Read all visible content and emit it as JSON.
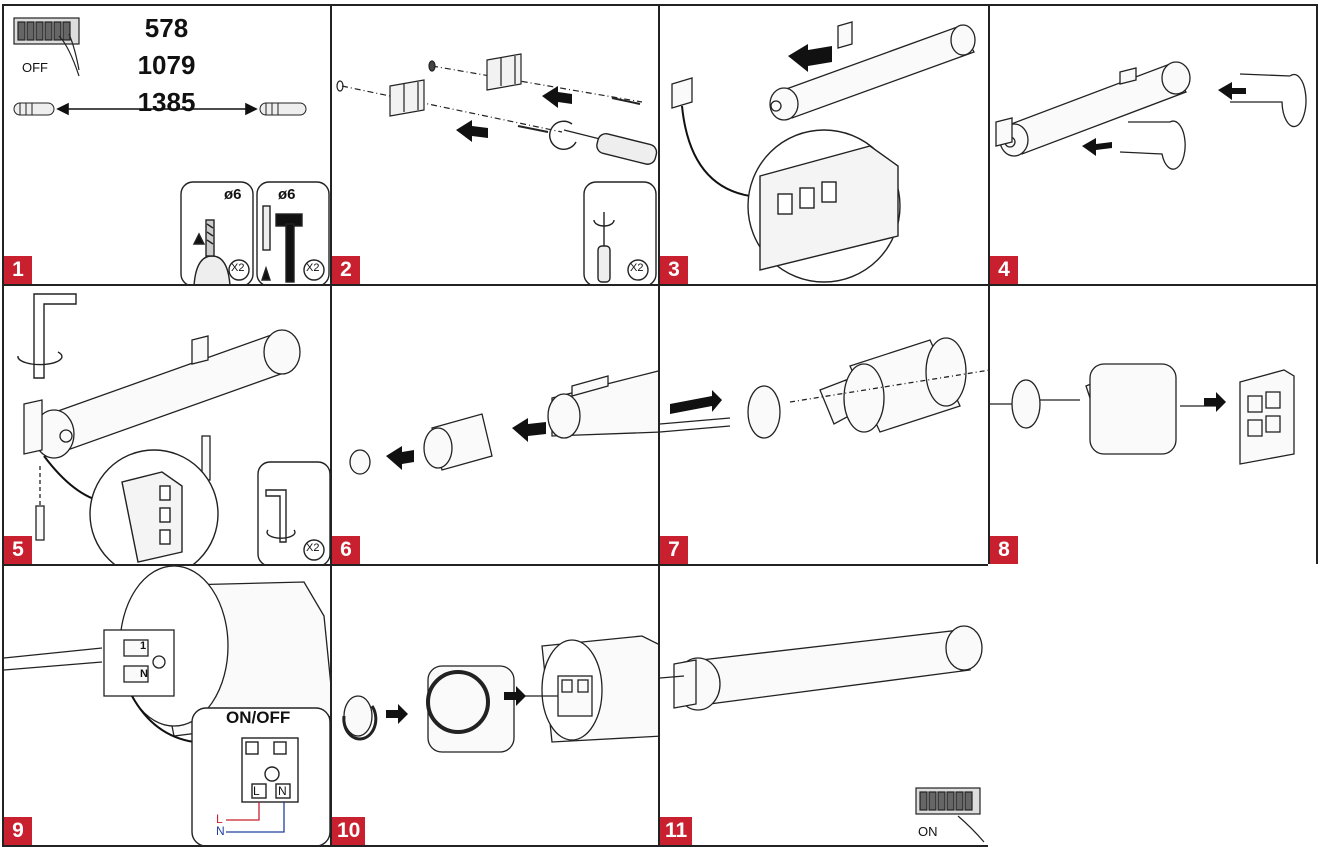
{
  "steps": [
    {
      "number": "1"
    },
    {
      "number": "2"
    },
    {
      "number": "3"
    },
    {
      "number": "4"
    },
    {
      "number": "5"
    },
    {
      "number": "6"
    },
    {
      "number": "7"
    },
    {
      "number": "8"
    },
    {
      "number": "9"
    },
    {
      "number": "10"
    },
    {
      "number": "11"
    }
  ],
  "step1": {
    "dimensions": [
      "578",
      "1079",
      "1385"
    ],
    "switch_label": "OFF",
    "drill_diameter": "ø6",
    "plug_diameter": "ø6",
    "drill_qty": "X2",
    "plug_qty": "X2"
  },
  "step2": {
    "screwdriver_qty": "X2"
  },
  "step5": {
    "allen_key_qty": "X2"
  },
  "step9": {
    "inset_title": "ON/OFF",
    "terminal_1": "1",
    "terminal_n": "N",
    "inset_l": "L",
    "inset_n": "N",
    "wire_l": "L",
    "wire_n": "N"
  },
  "step11": {
    "switch_label": "ON"
  },
  "colors": {
    "step_badge": "#c8202f",
    "wire_l": "#c8202f",
    "wire_n": "#2040a0",
    "line": "#222222"
  }
}
